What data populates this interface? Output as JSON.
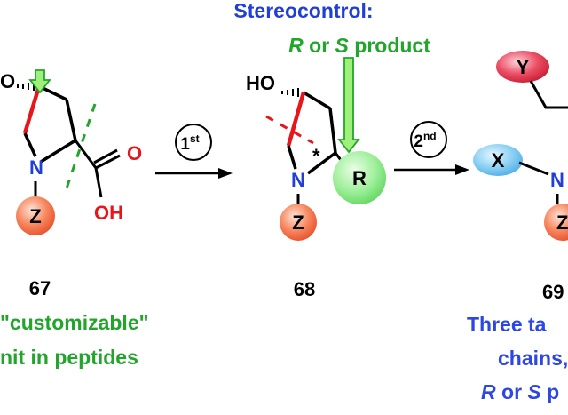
{
  "colors": {
    "bond": "#000000",
    "red_bond": "#e8161b",
    "green": "#22a52b",
    "blue": "#1f3fd8",
    "blue_text": "#2d46e6",
    "arrow_fill": "#9ff07a",
    "z_fill": "#f3724e",
    "r_fill": "#8ee98a",
    "x_fill": "#7cc7f2",
    "y_fill": "#e8344d"
  },
  "compound67": {
    "label": "67",
    "ho": "O",
    "n": "N",
    "z": "Z",
    "o": "O",
    "oh": "OH",
    "caption_line1": "\"customizable\"",
    "caption_line2": "nit in peptides"
  },
  "step1": {
    "num": "1",
    "sup": "st"
  },
  "compound68": {
    "label": "68",
    "ho": "HO",
    "n": "N",
    "z": "Z",
    "r": "R",
    "star": "*",
    "note_line1": "Stereocontrol:",
    "note_line2_a": "R",
    "note_line2_b": " or ",
    "note_line2_c": "S",
    "note_line2_d": " product"
  },
  "step2": {
    "num": "2",
    "sup": "nd"
  },
  "compound69": {
    "label": "69",
    "y": "Y",
    "x": "X",
    "n": "N",
    "z": "Z",
    "caption_line1": "Three ta",
    "caption_line2": "chains,",
    "caption_line3_a": "R",
    "caption_line3_b": " or ",
    "caption_line3_c": "S",
    "caption_line3_d": " p"
  }
}
